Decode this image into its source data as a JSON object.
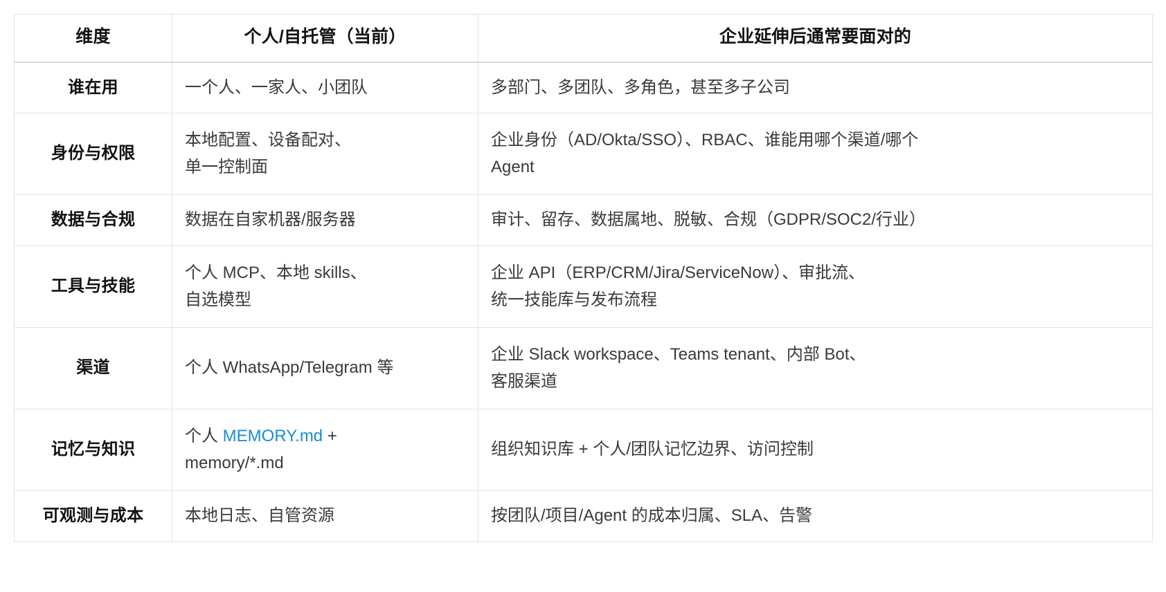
{
  "table": {
    "columns": [
      {
        "key": "dimension",
        "label": "维度"
      },
      {
        "key": "personal",
        "label": "个人/自托管（当前）"
      },
      {
        "key": "enterprise",
        "label": "企业延伸后通常要面对的"
      }
    ],
    "rows": [
      {
        "height": "short",
        "dimension": "谁在用",
        "personal_lines": [
          "一个人、一家人、小团队"
        ],
        "enterprise_lines": [
          "多部门、多团队、多角色，甚至多子公司"
        ]
      },
      {
        "height": "tall",
        "dimension": "身份与权限",
        "personal_lines": [
          "本地配置、设备配对、",
          "单一控制面"
        ],
        "enterprise_lines": [
          "企业身份（AD/Okta/SSO）、RBAC、谁能用哪个渠道/哪个",
          "Agent"
        ]
      },
      {
        "height": "short",
        "dimension": "数据与合规",
        "personal_lines": [
          "数据在自家机器/服务器"
        ],
        "enterprise_lines": [
          "审计、留存、数据属地、脱敏、合规（GDPR/SOC2/行业）"
        ]
      },
      {
        "height": "tall",
        "dimension": "工具与技能",
        "personal_lines": [
          "个人 MCP、本地 skills、",
          "自选模型"
        ],
        "enterprise_lines": [
          "企业 API（ERP/CRM/Jira/ServiceNow）、审批流、",
          "统一技能库与发布流程"
        ]
      },
      {
        "height": "tall",
        "dimension": "渠道",
        "personal_lines": [
          "个人 WhatsApp/Telegram 等"
        ],
        "enterprise_lines": [
          "企业 Slack workspace、Teams tenant、内部 Bot、",
          "客服渠道"
        ]
      },
      {
        "height": "tall",
        "dimension": "记忆与知识",
        "personal_prefix": "个人 ",
        "personal_link": "MEMORY.md",
        "personal_suffix": " +",
        "personal_line2": "memory/*.md",
        "enterprise_lines": [
          "组织知识库 + 个人/团队记忆边界、访问控制"
        ]
      },
      {
        "height": "short",
        "dimension": "可观测与成本",
        "personal_lines": [
          "本地日志、自管资源"
        ],
        "enterprise_lines": [
          "按团队/项目/Agent 的成本归属、SLA、告警"
        ]
      }
    ]
  },
  "colors": {
    "link": "#1a8cd8",
    "border": "#e3e3e3",
    "header_border": "#d8d8d8",
    "text": "#3a3a3a",
    "heading_text": "#111111",
    "background": "#ffffff"
  }
}
